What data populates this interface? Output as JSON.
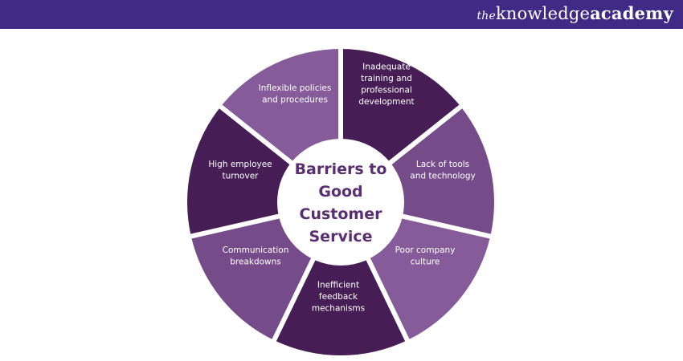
{
  "header": {
    "logo_the": "the",
    "logo_knowledge": "knowledge",
    "logo_academy": "academy",
    "background_color": "#3f2b85"
  },
  "diagram": {
    "center_lines": [
      "Barriers to",
      "Good",
      "Customer",
      "Service"
    ],
    "center_color": "#5a2f72",
    "segments": [
      {
        "lines": [
          "Inadequate",
          "training and",
          "professional",
          "development"
        ],
        "color": "#461e55"
      },
      {
        "lines": [
          "Lack of tools",
          "and technology"
        ],
        "color": "#764b8a"
      },
      {
        "lines": [
          "Poor company",
          "culture"
        ],
        "color": "#855b99"
      },
      {
        "lines": [
          "Inefficient",
          "feedback",
          "mechanisms"
        ],
        "color": "#461e55"
      },
      {
        "lines": [
          "Communication",
          "breakdowns"
        ],
        "color": "#764b8a"
      },
      {
        "lines": [
          "High employee",
          "turnover"
        ],
        "color": "#461e55"
      },
      {
        "lines": [
          "Inflexible policies",
          "and procedures"
        ],
        "color": "#855b99"
      }
    ]
  }
}
